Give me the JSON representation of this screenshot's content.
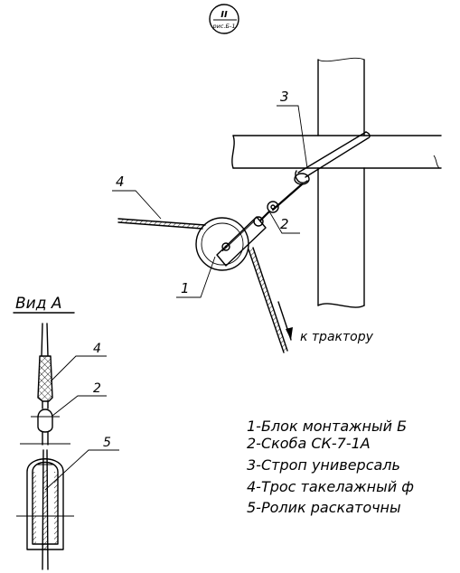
{
  "sheet_mark": {
    "roman": "II",
    "ref": "рис.Б-1"
  },
  "callouts": {
    "c1": "1",
    "c2": "2",
    "c3": "3",
    "c4": "4"
  },
  "direction_label": "к трактору",
  "view_a": {
    "title": "Вид А",
    "c4": "4",
    "c2": "2",
    "c5": "5"
  },
  "legend": [
    "1-Блок монтажный Б",
    "2-Скоба СК-7-1А",
    "3-Строп универсаль",
    "4-Трос такелажный ф",
    "5-Ролик раскаточны"
  ]
}
